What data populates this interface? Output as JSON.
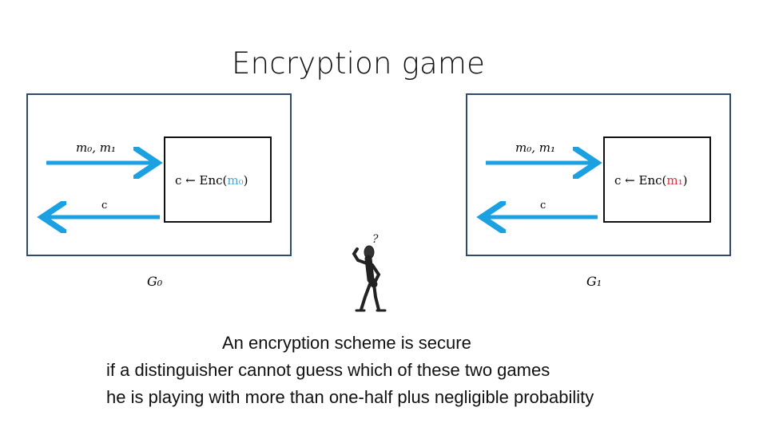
{
  "title": "Encryption game",
  "games": [
    {
      "input_label": "m₀, m₁",
      "output_label": "c",
      "enc_prefix": "c ← Enc(",
      "enc_message": "m₀",
      "enc_suffix": ")",
      "game_label": "G₀",
      "message_color": "#4aa8d8"
    },
    {
      "input_label": "m₀, m₁",
      "output_label": "c",
      "enc_prefix": "c ← Enc(",
      "enc_message": "m₁",
      "enc_suffix": ")",
      "game_label": "G₁",
      "message_color": "#e0343c"
    }
  ],
  "arrow_color": "#1ba1e2",
  "caption": {
    "line1": "An encryption scheme is secure",
    "line2": "if a distinguisher cannot guess which of these two games",
    "line3": "he is playing with more than one-half plus negligible probability"
  }
}
